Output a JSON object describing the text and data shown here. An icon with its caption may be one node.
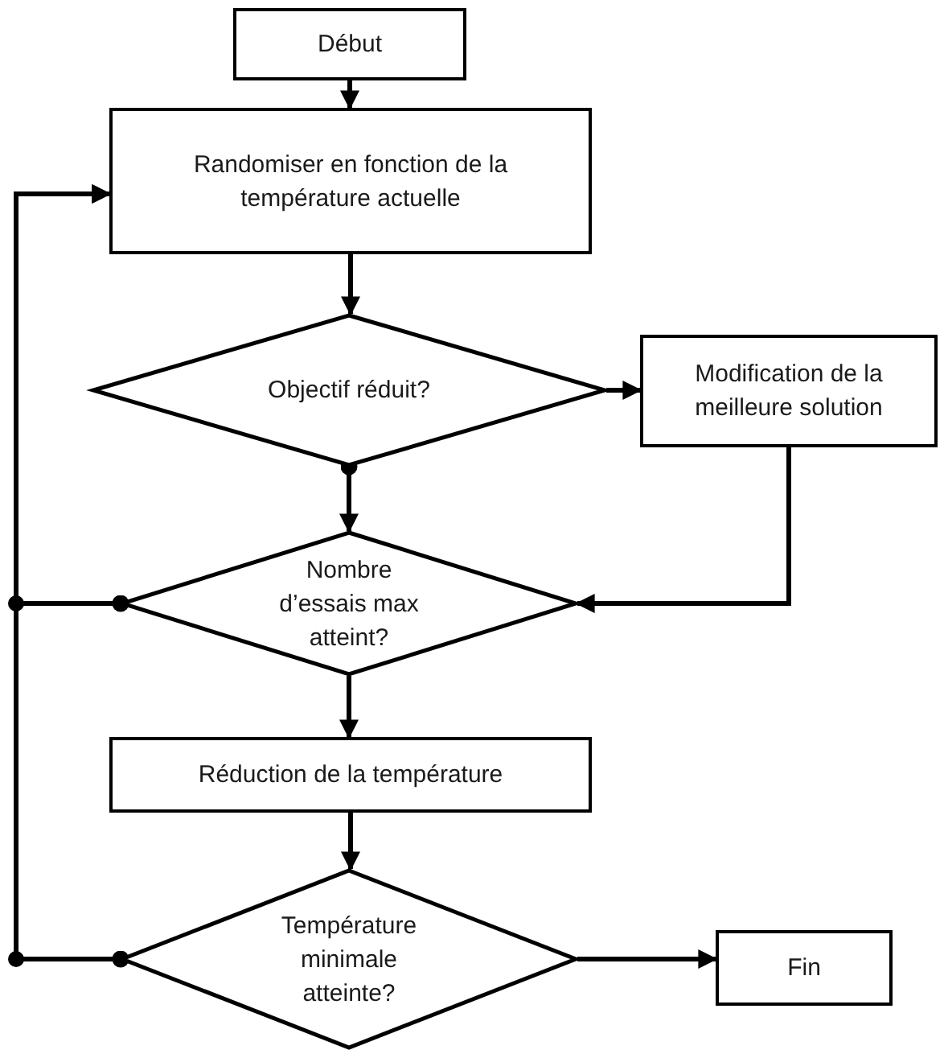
{
  "diagram": {
    "nodes": [
      {
        "text": [
          "Début"
        ]
      },
      {
        "text": [
          "Randomiser en fonction de la température actuelle"
        ]
      },
      {
        "text": [
          "Objectif réduit?"
        ]
      },
      {
        "text": [
          "Modification de la meilleure solution"
        ]
      },
      {
        "text": [
          "Nombre d’essais max atteint?"
        ]
      },
      {
        "text": [
          "Réduction de la température"
        ]
      },
      {
        "text": [
          "Température minimale atteinte?"
        ]
      },
      {
        "text": [
          "Fin"
        ]
      }
    ],
    "edges": [
      {
        "from": 0,
        "to": 1,
        "arrow": "to"
      },
      {
        "from": 1,
        "to": 2,
        "arrow": "to"
      },
      {
        "from": 2,
        "to": 3,
        "arrow": "to"
      },
      {
        "from": 2,
        "to": 4,
        "arrow": "to"
      },
      {
        "from": 3,
        "to": 4,
        "arrow": "to"
      },
      {
        "from": 4,
        "to": 1,
        "arrow": "to"
      },
      {
        "from": 4,
        "to": 5,
        "arrow": "to"
      },
      {
        "from": 5,
        "to": 6,
        "arrow": "to"
      },
      {
        "from": 6,
        "to": 1,
        "arrow": "to"
      },
      {
        "from": 6,
        "to": 7,
        "arrow": "to"
      }
    ]
  }
}
